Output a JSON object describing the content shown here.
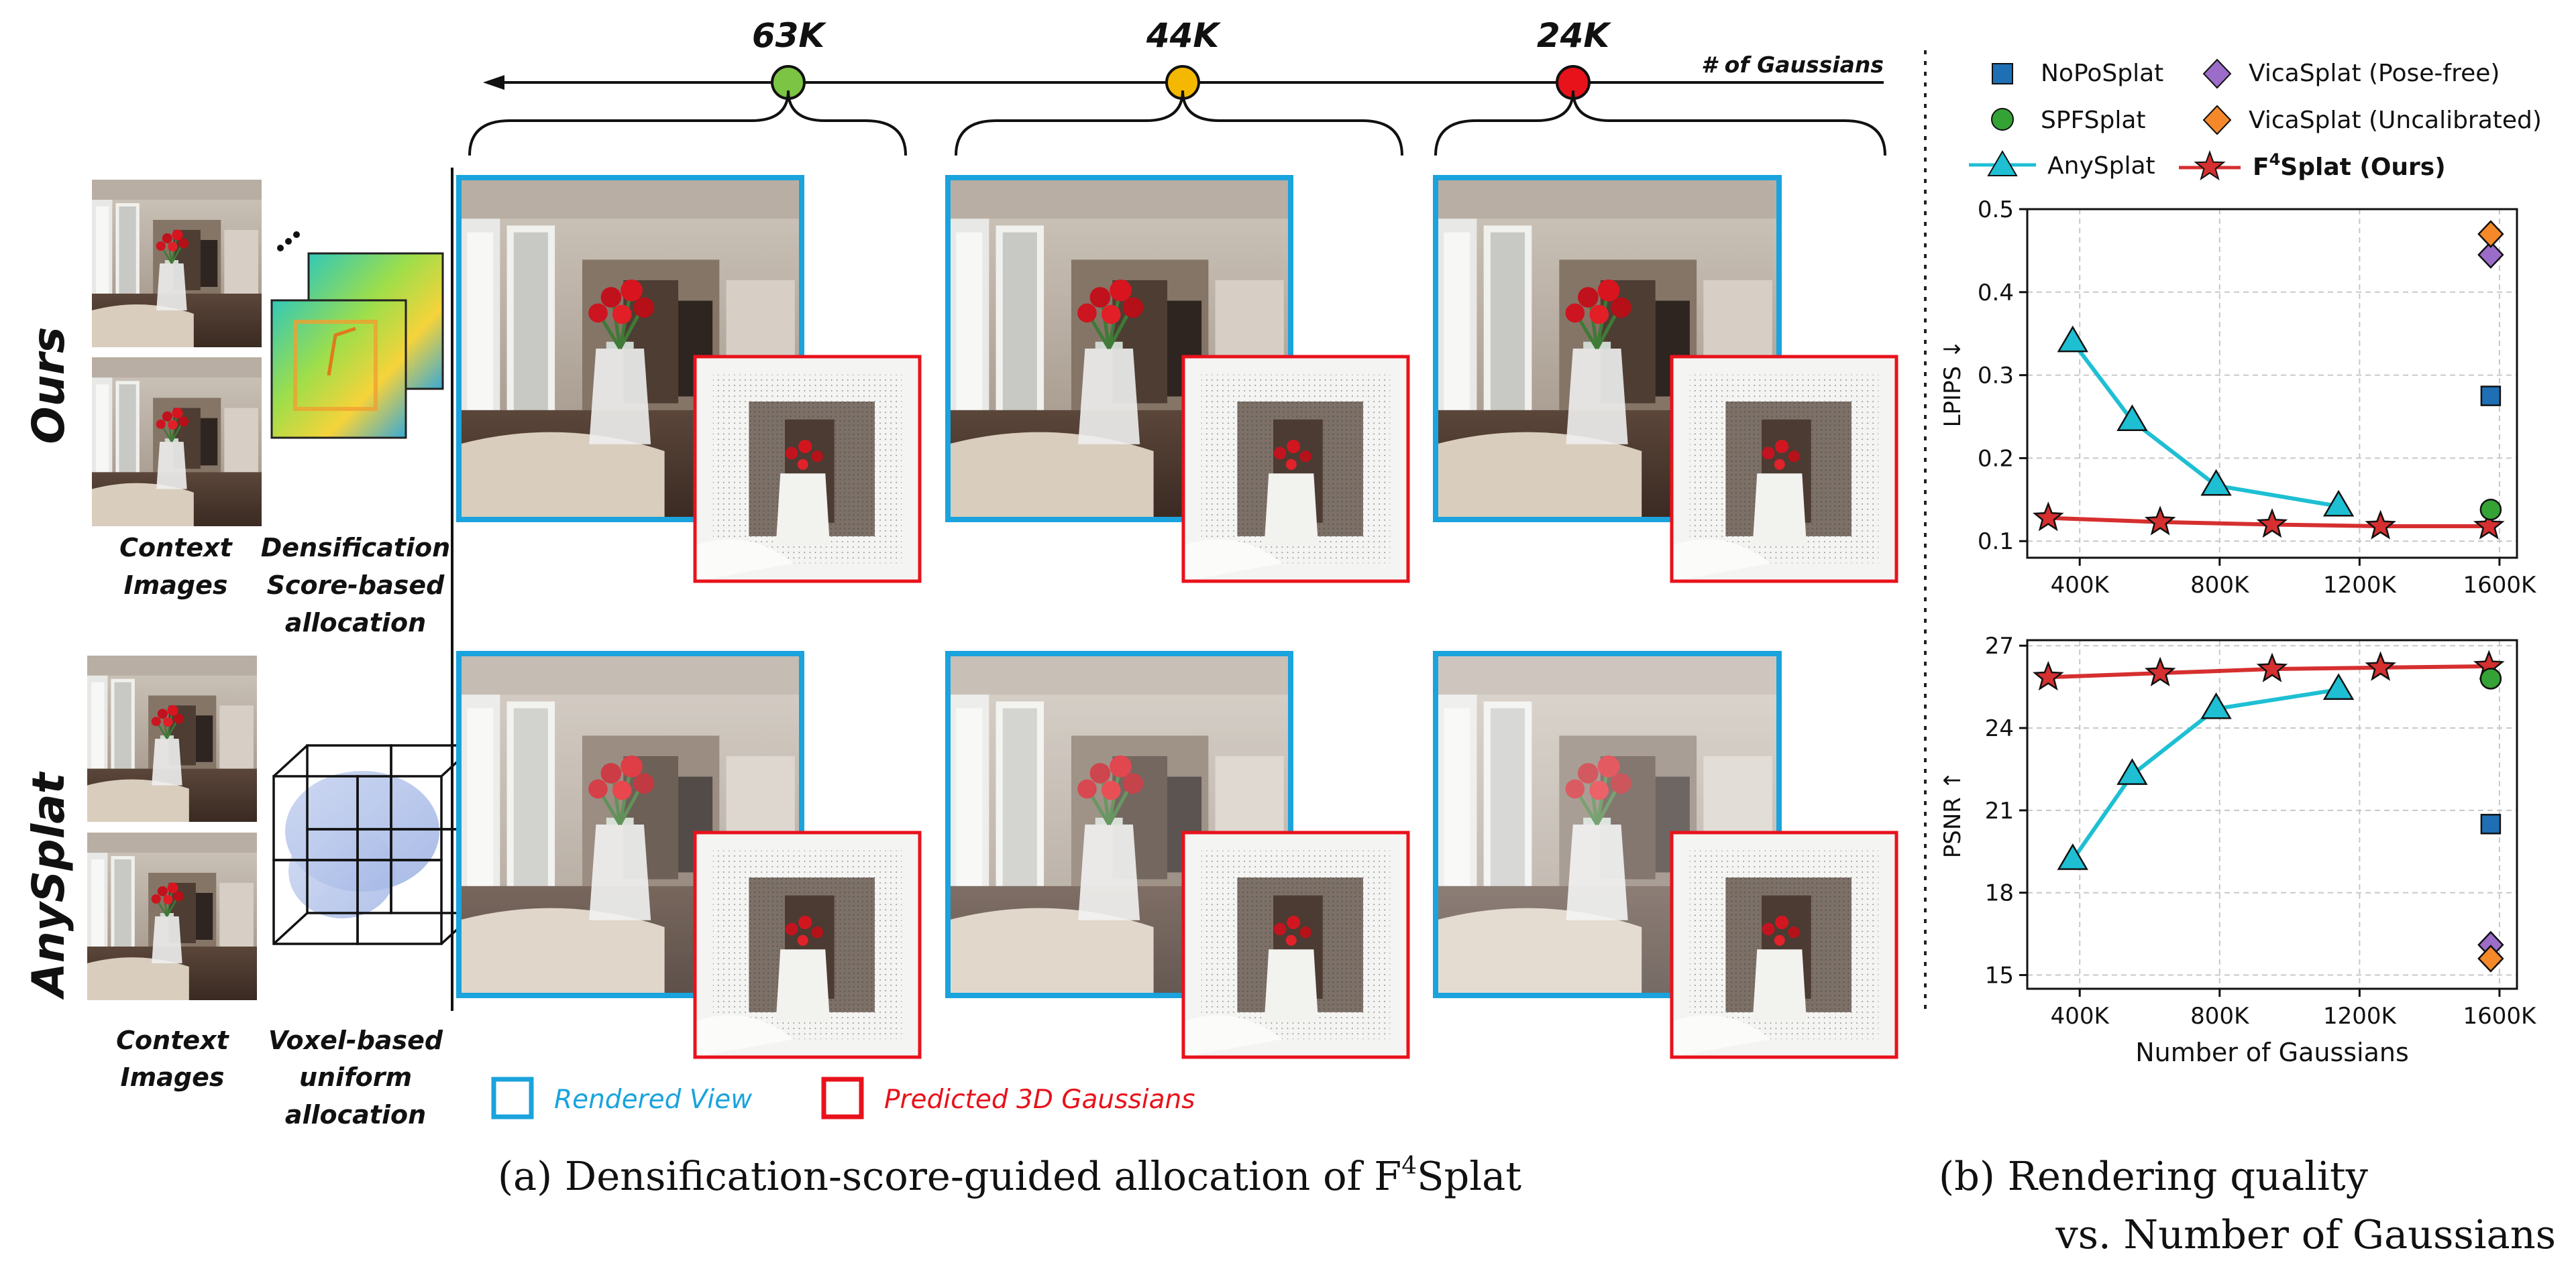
{
  "figure": {
    "caption_a": "(a) Densification-score-guided allocation of F",
    "caption_a_sup": "4",
    "caption_a_tail": "Splat",
    "caption_b_line1": "(b) Rendering quality",
    "caption_b_line2": "vs. Number of Gaussians"
  },
  "panel_a": {
    "axis_label": "# of Gaussians",
    "levels": [
      {
        "label": "63K",
        "color": "#7cc443"
      },
      {
        "label": "44K",
        "color": "#f5b800"
      },
      {
        "label": "24K",
        "color": "#e8121b"
      }
    ],
    "rows": [
      {
        "name": "Ours",
        "context_label_1": "Context",
        "context_label_2": "Images",
        "alloc_label_1": "Densification",
        "alloc_label_2": "Score-based",
        "alloc_label_3": "allocation"
      },
      {
        "name": "AnySplat",
        "context_label_1": "Context",
        "context_label_2": "Images",
        "alloc_label_1": "Voxel-based",
        "alloc_label_2": "uniform",
        "alloc_label_3": "allocation"
      }
    ],
    "legend": {
      "rendered": {
        "label": "Rendered View",
        "color": "#1aa3dd"
      },
      "predicted": {
        "label": "Predicted 3D Gaussians",
        "color": "#e8121b"
      }
    }
  },
  "legend_b": {
    "entries": [
      {
        "label": "NoPoSplat",
        "marker": "square",
        "color": "#1f6fb4"
      },
      {
        "label": "VicaSplat (Pose-free)",
        "marker": "diamond",
        "color": "#9b6cc8"
      },
      {
        "label": "SPFSplat",
        "marker": "circle",
        "color": "#35a236"
      },
      {
        "label": "VicaSplat (Uncalibrated)",
        "marker": "diamond",
        "color": "#f5892a"
      },
      {
        "label": "AnySplat",
        "marker": "triangle-line",
        "color": "#1ebfd3"
      },
      {
        "label": "F",
        "sup": "4",
        "tail": "Splat (Ours)",
        "marker": "star-line",
        "color": "#d62f2f"
      }
    ]
  },
  "chart_data": [
    {
      "type": "line",
      "ylabel": "LPIPS ↓",
      "xlim": [
        250000,
        1650000
      ],
      "ylim": [
        0.08,
        0.5
      ],
      "yticks": [
        0.1,
        0.2,
        0.3,
        0.4,
        0.5
      ],
      "ytick_labels": [
        "0.1",
        "0.2",
        "0.3",
        "0.4",
        "0.5"
      ],
      "xticks": [
        400000,
        800000,
        1200000,
        1600000
      ],
      "xtick_labels": [
        "400K",
        "800K",
        "1200K",
        "1600K"
      ],
      "grid": true,
      "series": [
        {
          "name": "AnySplat",
          "color": "#1ebfd3",
          "marker": "triangle",
          "line": true,
          "x": [
            380000,
            550000,
            790000,
            1140000
          ],
          "y": [
            0.34,
            0.245,
            0.167,
            0.142
          ]
        },
        {
          "name": "F4Splat (Ours)",
          "color": "#d62f2f",
          "marker": "star",
          "line": true,
          "x": [
            310000,
            630000,
            950000,
            1260000,
            1570000
          ],
          "y": [
            0.128,
            0.123,
            0.12,
            0.118,
            0.118
          ]
        },
        {
          "name": "NoPoSplat",
          "color": "#1f6fb4",
          "marker": "square",
          "line": false,
          "x": [
            1575000
          ],
          "y": [
            0.275
          ]
        },
        {
          "name": "SPFSplat",
          "color": "#35a236",
          "marker": "circle",
          "line": false,
          "x": [
            1575000
          ],
          "y": [
            0.138
          ]
        },
        {
          "name": "VicaSplat (Pose-free)",
          "color": "#9b6cc8",
          "marker": "diamond",
          "line": false,
          "x": [
            1575000
          ],
          "y": [
            0.445
          ]
        },
        {
          "name": "VicaSplat (Uncalibrated)",
          "color": "#f5892a",
          "marker": "diamond",
          "line": false,
          "x": [
            1575000
          ],
          "y": [
            0.47
          ]
        }
      ]
    },
    {
      "type": "line",
      "ylabel": "PSNR ↑",
      "xlabel": "Number of Gaussians",
      "xlim": [
        250000,
        1650000
      ],
      "ylim": [
        14.5,
        27.2
      ],
      "yticks": [
        15,
        18,
        21,
        24,
        27
      ],
      "ytick_labels": [
        "15",
        "18",
        "21",
        "24",
        "27"
      ],
      "xticks": [
        400000,
        800000,
        1200000,
        1600000
      ],
      "xtick_labels": [
        "400K",
        "800K",
        "1200K",
        "1600K"
      ],
      "grid": true,
      "series": [
        {
          "name": "AnySplat",
          "color": "#1ebfd3",
          "marker": "triangle",
          "line": true,
          "x": [
            380000,
            550000,
            790000,
            1140000
          ],
          "y": [
            19.2,
            22.3,
            24.7,
            25.4
          ]
        },
        {
          "name": "F4Splat (Ours)",
          "color": "#d62f2f",
          "marker": "star",
          "line": true,
          "x": [
            310000,
            630000,
            950000,
            1260000,
            1570000
          ],
          "y": [
            25.85,
            26.0,
            26.15,
            26.2,
            26.25
          ]
        },
        {
          "name": "SPFSplat",
          "color": "#35a236",
          "marker": "circle",
          "line": false,
          "x": [
            1575000
          ],
          "y": [
            25.8
          ]
        },
        {
          "name": "NoPoSplat",
          "color": "#1f6fb4",
          "marker": "square",
          "line": false,
          "x": [
            1575000
          ],
          "y": [
            20.5
          ]
        },
        {
          "name": "VicaSplat (Pose-free)",
          "color": "#9b6cc8",
          "marker": "diamond",
          "line": false,
          "x": [
            1575000
          ],
          "y": [
            16.1
          ]
        },
        {
          "name": "VicaSplat (Uncalibrated)",
          "color": "#f5892a",
          "marker": "diamond",
          "line": false,
          "x": [
            1575000
          ],
          "y": [
            15.6
          ]
        }
      ]
    }
  ]
}
